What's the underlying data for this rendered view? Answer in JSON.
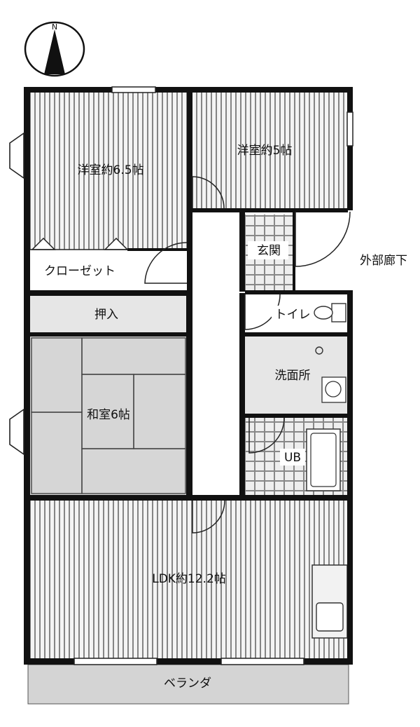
{
  "compass": {
    "label": "N"
  },
  "rooms": {
    "western_room_a": "洋室約6.5帖",
    "western_room_b": "洋室約5帖",
    "closet": "クローゼット",
    "oshiire": "押入",
    "entrance": "玄関",
    "outer_corridor": "外部廊下",
    "toilet": "トイレ",
    "washroom": "洗面所",
    "japanese_room": "和室6帖",
    "unit_bath": "UB",
    "ldk": "LDK約12.2帖",
    "veranda": "ベランダ"
  },
  "colors": {
    "wall": "#111111",
    "hatch": "#555555",
    "tatami": "#d6d6d6",
    "veranda": "#d4d4d4",
    "tile_line": "#888888"
  }
}
